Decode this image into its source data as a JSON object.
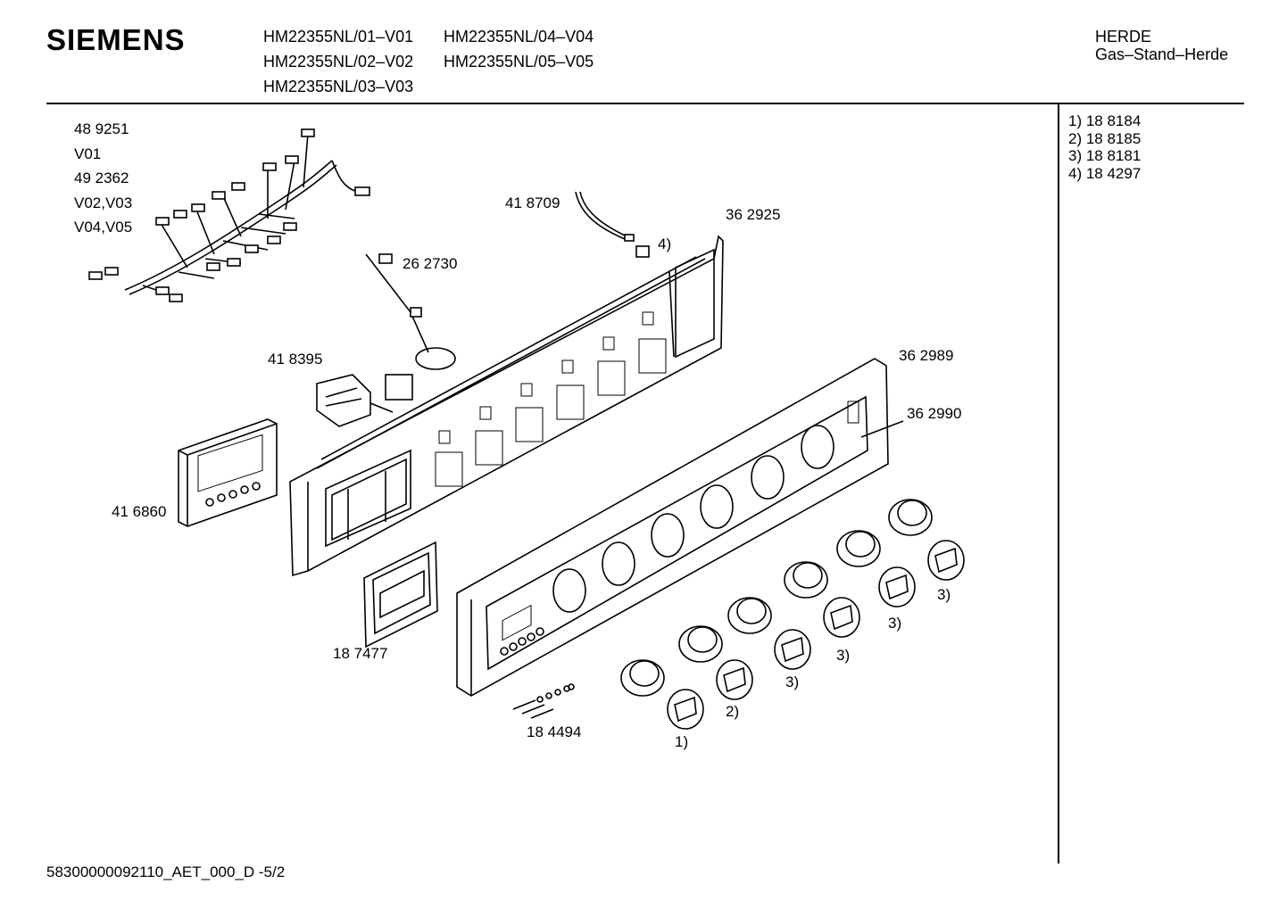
{
  "header": {
    "brand": "SIEMENS",
    "models": [
      "HM22355NL/01–V01",
      "HM22355NL/02–V02",
      "HM22355NL/03–V03",
      "HM22355NL/04–V04",
      "HM22355NL/05–V05"
    ],
    "category": "HERDE",
    "subcategory": "Gas–Stand–Herde"
  },
  "references": [
    "1)  18 8184",
    "2)  18 8185",
    "3)  18 8181",
    "4)  18 4297"
  ],
  "labels": {
    "harness_489251": "48 9251",
    "v01": "V01",
    "harness_492362": "49 2362",
    "v02v03": "V02,V03",
    "v04v05": "V04,V05",
    "part_418709": "41 8709",
    "note_4": "4)",
    "part_362925": "36 2925",
    "part_262730": "26 2730",
    "part_418395": "41 8395",
    "part_362989": "36 2989",
    "part_362990": "36 2990",
    "part_416860": "41 6860",
    "part_187477": "18 7477",
    "part_184494": "18 4494",
    "note_3a": "3)",
    "note_3b": "3)",
    "note_3c": "3)",
    "note_3d": "3)",
    "note_2": "2)",
    "note_1": "1)"
  },
  "footer": "58300000092110_AET_000_D -5/2"
}
